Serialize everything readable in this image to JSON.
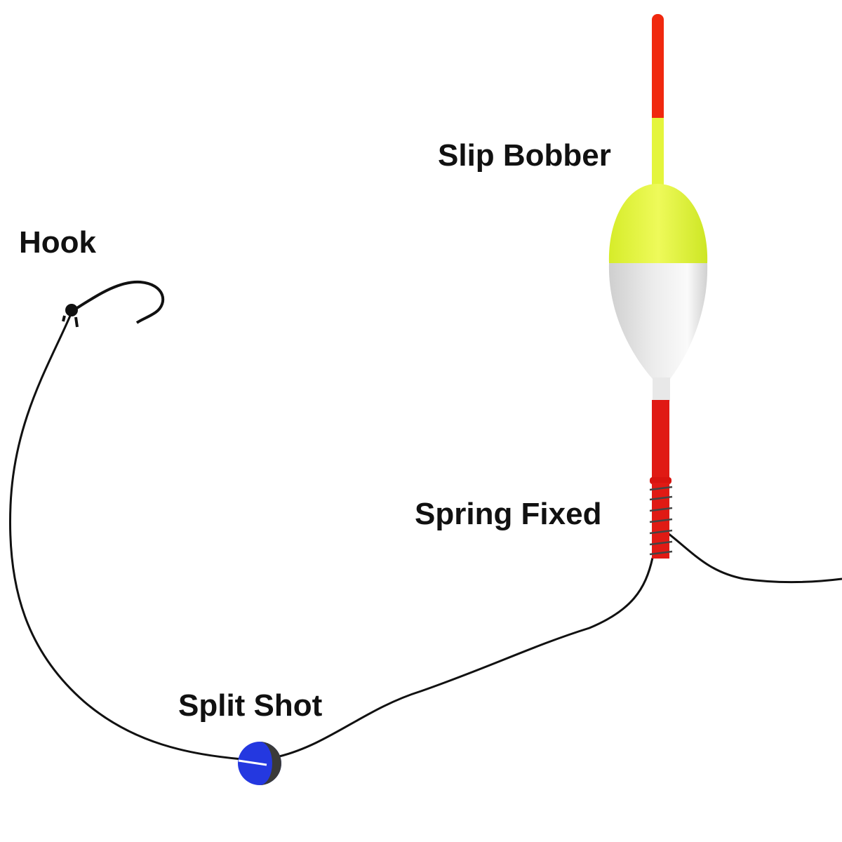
{
  "labels": {
    "slip_bobber": "Slip Bobber",
    "hook": "Hook",
    "spring_fixed": "Spring Fixed",
    "split_shot": "Split Shot"
  },
  "colors": {
    "line": "#111111",
    "bobber_tip": "#f0280e",
    "bobber_yellow": "#e4f53c",
    "bobber_white": "#e6e6e6",
    "bobber_stem": "#e01a14",
    "split_shot": "#2438e0"
  }
}
